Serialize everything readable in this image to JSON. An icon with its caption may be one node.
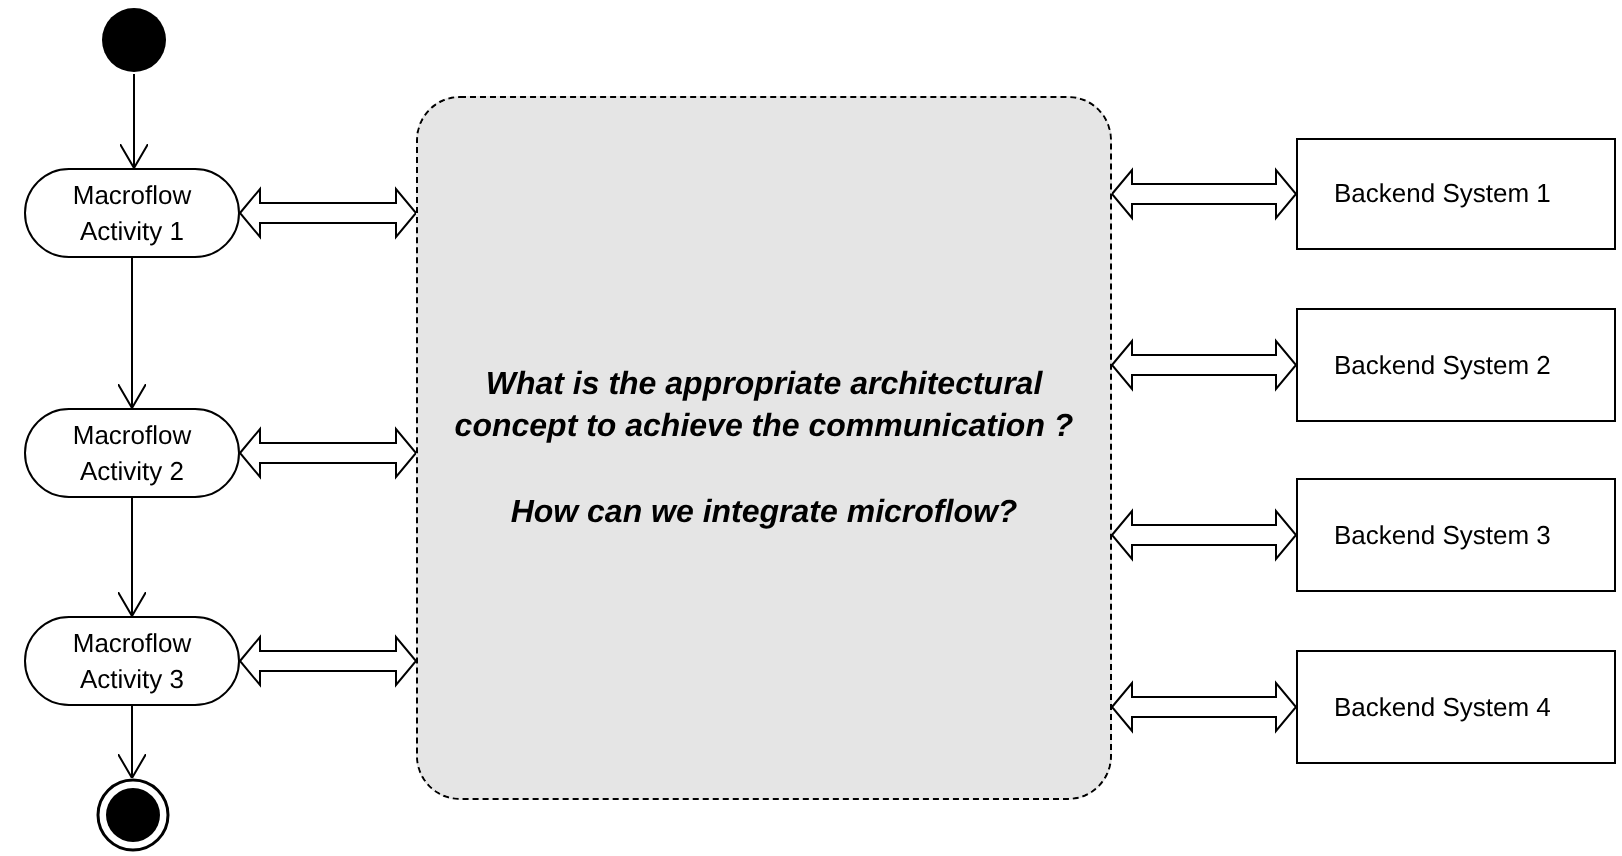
{
  "diagram": {
    "nodes": [
      {
        "text": [],
        "shape": "circle"
      },
      {
        "text": [
          "Macroflow Activity 1"
        ]
      },
      {
        "text": [
          "Macroflow Activity 2"
        ]
      },
      {
        "text": [
          "Macroflow Activity 3"
        ]
      },
      {
        "text": [],
        "shape": "bullseye"
      },
      {
        "text": [
          "What is the appropriate architectural concept to achieve the communication ?",
          "How can we integrate microflow?"
        ]
      },
      {
        "text": [
          "Backend System 1"
        ]
      },
      {
        "text": [
          "Backend System 2"
        ]
      },
      {
        "text": [
          "Backend System 3"
        ]
      },
      {
        "text": [
          "Backend System 4"
        ]
      }
    ],
    "edges": [
      {
        "from": 0,
        "to": 1,
        "arrow": "to"
      },
      {
        "from": 1,
        "to": 2,
        "arrow": "to"
      },
      {
        "from": 2,
        "to": 3,
        "arrow": "to"
      },
      {
        "from": 3,
        "to": 4,
        "arrow": "to"
      },
      {
        "from": 1,
        "to": 5,
        "arrow": "both",
        "style": "thick"
      },
      {
        "from": 2,
        "to": 5,
        "arrow": "both",
        "style": "thick"
      },
      {
        "from": 3,
        "to": 5,
        "arrow": "both",
        "style": "thick"
      },
      {
        "from": 5,
        "to": 6,
        "arrow": "both",
        "style": "thick"
      },
      {
        "from": 5,
        "to": 7,
        "arrow": "both",
        "style": "thick"
      },
      {
        "from": 5,
        "to": 8,
        "arrow": "both",
        "style": "thick"
      },
      {
        "from": 5,
        "to": 9,
        "arrow": "both",
        "style": "thick"
      }
    ]
  }
}
